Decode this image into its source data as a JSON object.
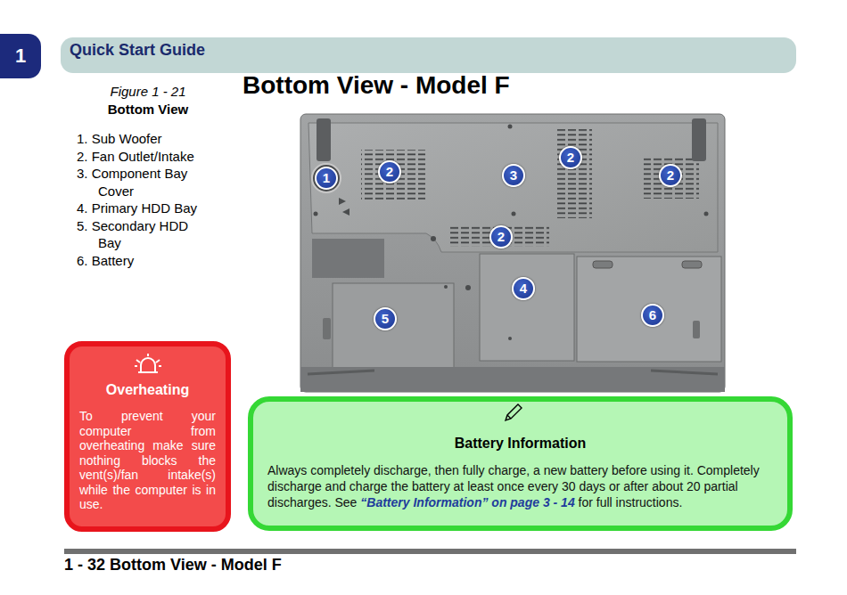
{
  "diagram": {
    "title": "Bottom View - Model F",
    "nodes": [
      {
        "text": [
          "1"
        ]
      },
      {
        "text": [
          "Quick Start Guide"
        ]
      },
      {
        "text": [
          "Overheating",
          "To prevent your computer from overheating make sure nothing blocks the vent(s)/fan intake(s) while the computer is in use."
        ]
      },
      {
        "text": [
          "Battery Information",
          "Always completely discharge, then fully charge, a new battery before using it. Completely discharge and charge the battery at least once every 30 days or after about 20 partial discharges. See",
          "“Battery Information” on page 3 - 14",
          "for full instructions."
        ]
      }
    ],
    "labels": [
      "Figure 1 - 21",
      "Bottom View",
      "1. Sub Woofer",
      "2. Fan Outlet/Intake",
      "3. Component Bay Cover",
      "4. Primary HDD Bay",
      "5. Secondary HDD Bay",
      "6. Battery",
      "2",
      "1",
      "2",
      "3",
      "2",
      "2",
      "4",
      "5",
      "6",
      "1 - 32 Bottom View - Model F"
    ]
  }
}
